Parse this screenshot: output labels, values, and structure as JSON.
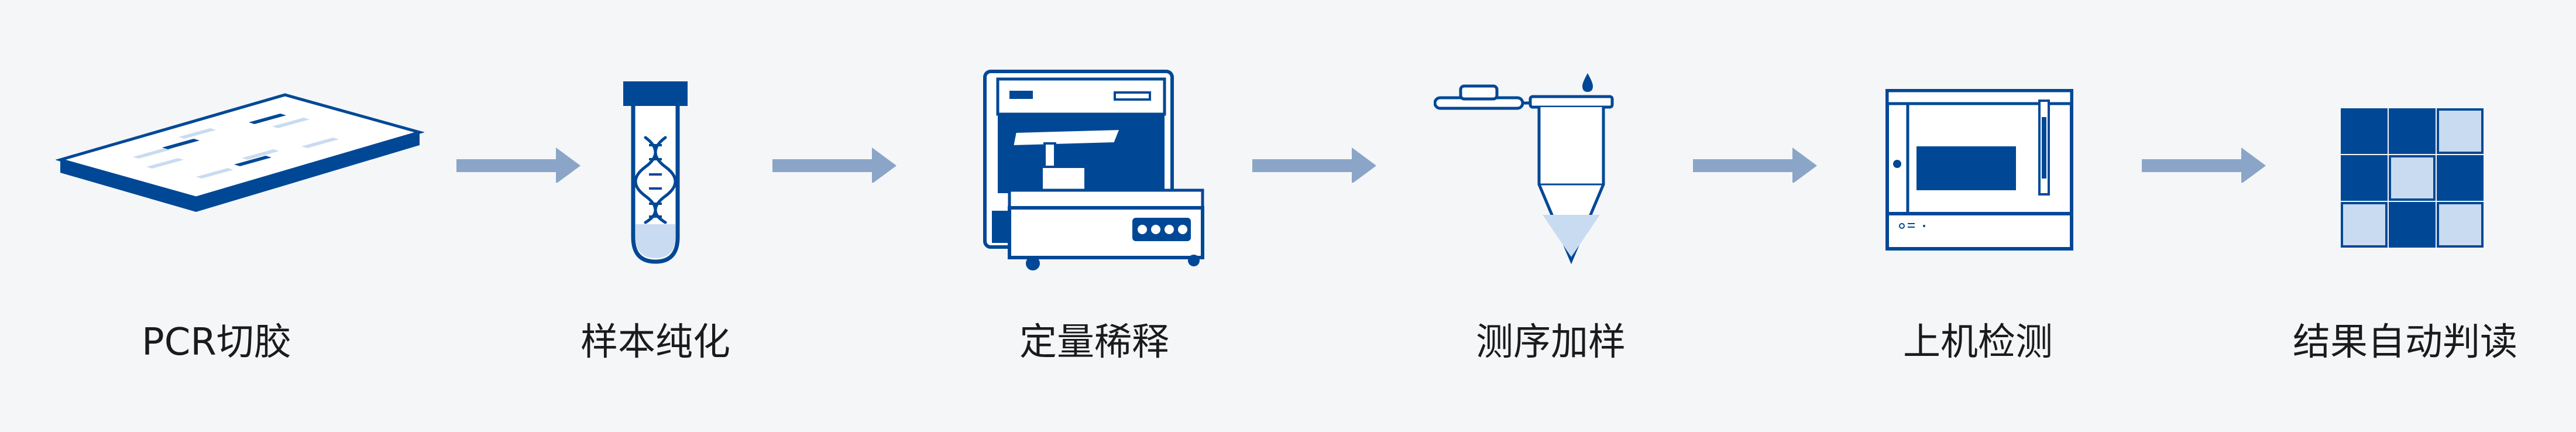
{
  "colors": {
    "background": "#f4f6f8",
    "primary": "#004896",
    "light": "#c9dbf0",
    "arrow": "#8aa5c7",
    "text": "#1b1b1b"
  },
  "steps": [
    {
      "label": "PCR切胶",
      "icon": "gel-plate-icon"
    },
    {
      "label": "样本纯化",
      "icon": "dna-test-tube-icon"
    },
    {
      "label": "定量稀释",
      "icon": "liquid-handler-icon"
    },
    {
      "label": "测序加样",
      "icon": "pipette-tube-icon"
    },
    {
      "label": "上机检测",
      "icon": "sequencer-icon"
    },
    {
      "label": "结果自动判读",
      "icon": "result-grid-icon"
    }
  ]
}
